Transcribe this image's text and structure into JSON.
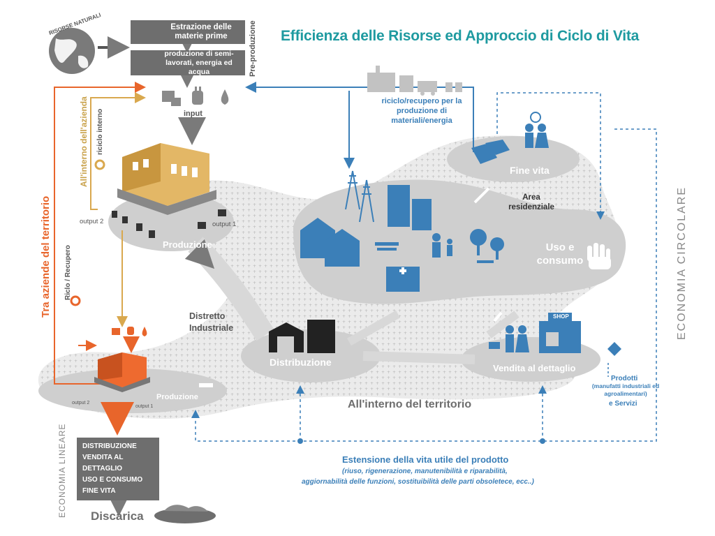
{
  "title": "Efficienza delle Risorse ed Approccio di Ciclo di Vita",
  "risorse_naturali": "RISORSE NATURALI",
  "preproduction": {
    "box1": "Estrazione delle materie prime",
    "box2": "produzione di semi-lavorati, energia ed acqua",
    "label": "Pre-produzione"
  },
  "input_label": "input",
  "recycle_label": "riciclo/recupero per la produzione di materiali/energia",
  "internal_company": "All'interno dell'azienda",
  "internal_recycle": "riciclo interno",
  "between_companies": "Tra aziende del territorio",
  "recycle_recovery": "Riclo / Recupero",
  "output2": "output 2",
  "output1": "output 1",
  "produzione": "Produzione",
  "distretto": "Distretto Industriale",
  "distribuzione": "Distribuzione",
  "fine_vita": "Fine vita",
  "area_residenziale": "Area residenziale",
  "uso_consumo": "Uso e consumo",
  "vendita": "Vendita al dettaglio",
  "prodotti": "Prodotti",
  "prodotti_detail": "(manufatti industriali ed agroalimentari)",
  "servizi": "e Servizi",
  "territorio": "All'interno del territorio",
  "estensione_title": "Estensione della vita utile del prodotto",
  "estensione_line1": "(riuso, rigenerazione, manutenibilità e riparabilità,",
  "estensione_line2": "aggiornabilità delle funzioni, sostituibilità delle parti obsoletece, ecc..)",
  "economia_circolare": "ECONOMIA CIRCOLARE",
  "economia_lineare": "ECONOMIA LINEARE",
  "linear_list": [
    "DISTRIBUZIONE",
    "VENDITA AL DETTAGLIO",
    "USO E CONSUMO",
    "FINE VITA"
  ],
  "discarica": "Discarica",
  "shop_sign": "SHOP",
  "colors": {
    "teal": "#1e9aa0",
    "blue": "#3b7fb8",
    "orange": "#e8652b",
    "gold": "#d9a84e",
    "grey_area": "#cfcfcf",
    "dark_box": "#6e6e6e"
  }
}
